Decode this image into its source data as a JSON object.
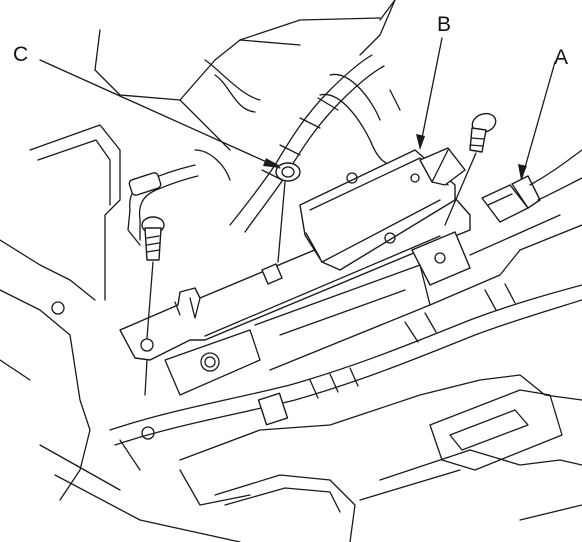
{
  "callouts": {
    "a": "A",
    "b": "B",
    "c": "C"
  },
  "icons": [
    "bolt-icon",
    "connector-icon",
    "clip-icon"
  ],
  "colors": {
    "line": "#1a1a1a",
    "background": "#ffffff"
  }
}
